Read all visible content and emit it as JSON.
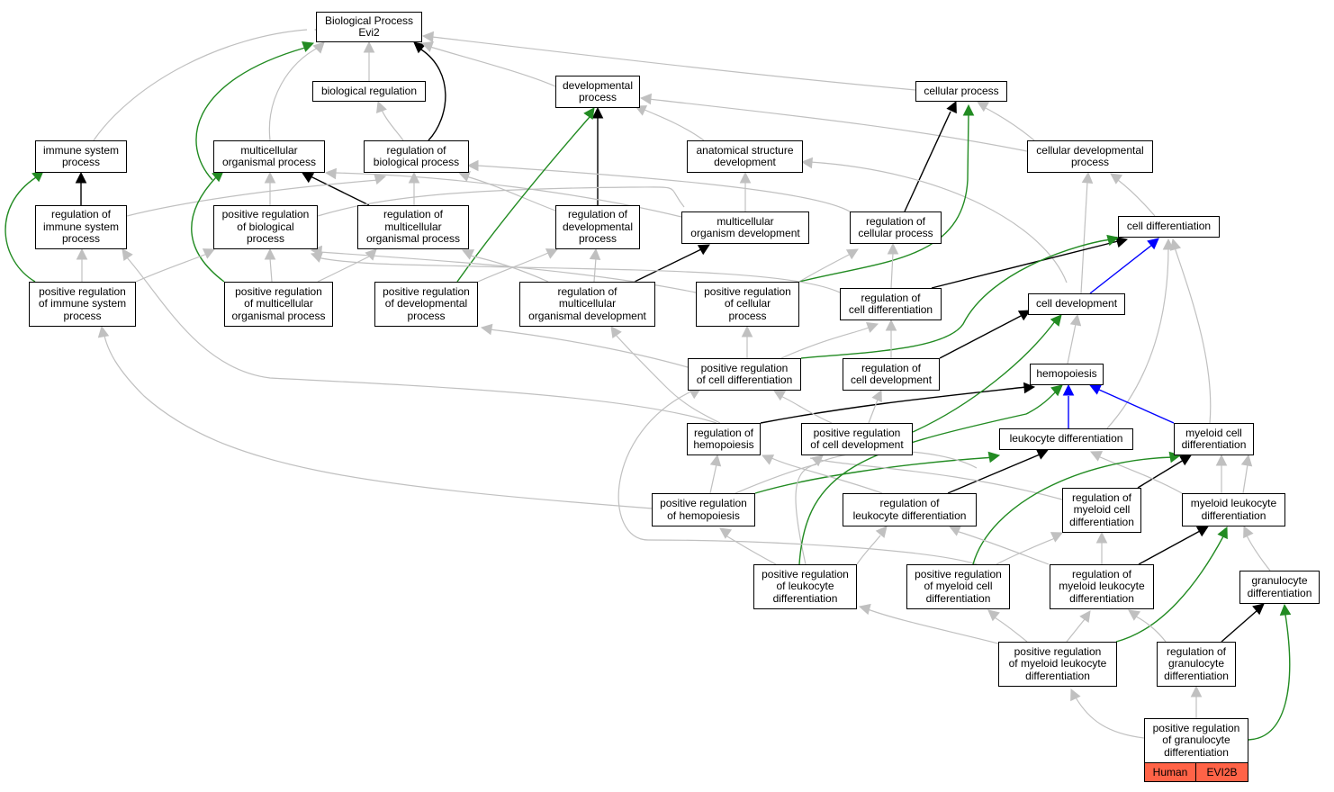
{
  "colors": {
    "gray": "#c0c0c0",
    "black": "#000000",
    "green": "#228b22",
    "blue": "#0000ff",
    "legend_fill": "#ff6347"
  },
  "nodes": {
    "bp": "Biological Process\nEvi2",
    "bio_reg": "biological regulation",
    "dev_proc": "developmental\nprocess",
    "cell_proc": "cellular process",
    "imm_sys": "immune system\nprocess",
    "mc_org": "multicellular\norganismal process",
    "reg_bio": "regulation of\nbiological process",
    "anat_dev": "anatomical structure\ndevelopment",
    "cell_dev_proc": "cellular developmental\nprocess",
    "reg_imm": "regulation of\nimmune system\nprocess",
    "pos_reg_bio": "positive regulation\nof biological\nprocess",
    "reg_mc_org": "regulation of\nmulticellular\norganismal process",
    "reg_dev": "regulation of\ndevelopmental\nprocess",
    "mc_org_dev": "multicellular\norganism development",
    "reg_cell_proc": "regulation of\ncellular process",
    "cell_diff": "cell differentiation",
    "pos_reg_imm": "positive regulation\nof immune system\nprocess",
    "pos_reg_mc_org": "positive regulation\nof multicellular\norganismal process",
    "pos_reg_dev": "positive regulation\nof developmental\nprocess",
    "reg_mc_org_dev": "regulation of\nmulticellular\norganismal development",
    "pos_reg_cell": "positive regulation\nof cellular\nprocess",
    "reg_cell_diff": "regulation of\ncell differentiation",
    "cell_devel": "cell development",
    "pos_reg_cell_diff": "positive regulation\nof cell differentiation",
    "reg_cell_devel": "regulation of\ncell development",
    "hemo": "hemopoiesis",
    "reg_hemo": "regulation of\nhemopoiesis",
    "pos_reg_cell_devel": "positive regulation\nof cell development",
    "leuk_diff": "leukocyte differentiation",
    "myel_cell_diff": "myeloid cell\ndifferentiation",
    "pos_reg_hemo": "positive regulation\nof hemopoiesis",
    "reg_leuk_diff": "regulation of\nleukocyte differentiation",
    "reg_myel_cell_diff": "regulation of\nmyeloid cell\ndifferentiation",
    "myel_leuk_diff": "myeloid leukocyte\ndifferentiation",
    "pos_reg_leuk_diff": "positive regulation\nof leukocyte\ndifferentiation",
    "pos_reg_myel_cell_diff": "positive regulation\nof myeloid cell\ndifferentiation",
    "reg_myel_leuk_diff": "regulation of\nmyeloid leukocyte\ndifferentiation",
    "gran_diff": "granulocyte\ndifferentiation",
    "pos_reg_myel_leuk_diff": "positive regulation\nof myeloid leukocyte\ndifferentiation",
    "reg_gran_diff": "regulation of\ngranulocyte\ndifferentiation",
    "pos_reg_gran_diff": "positive regulation\nof granulocyte\ndifferentiation"
  },
  "legend": {
    "species": "Human",
    "gene": "EVI2B"
  }
}
